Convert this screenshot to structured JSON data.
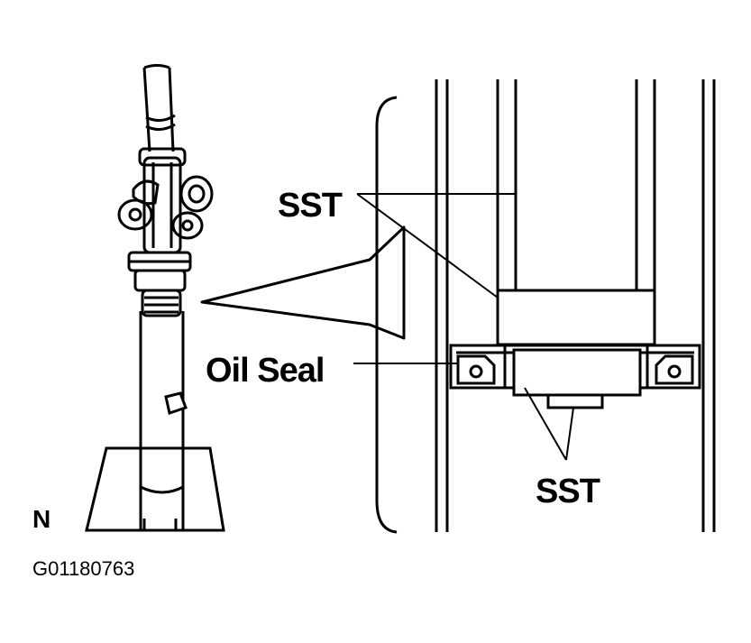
{
  "labels": {
    "sst_top": "SST",
    "oil_seal": "Oil Seal",
    "sst_bottom": "SST",
    "orientation": "N",
    "figure_code": "G01180763"
  },
  "colors": {
    "ink": "#000000",
    "paper": "#ffffff"
  }
}
